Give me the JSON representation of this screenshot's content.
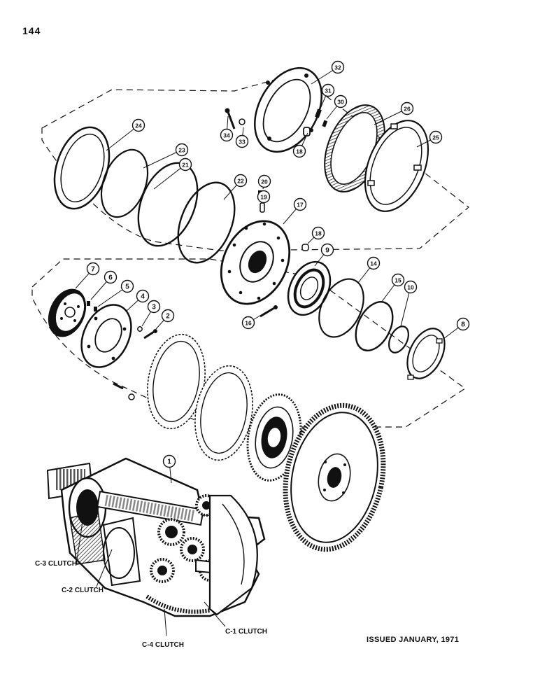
{
  "page_number": "144",
  "issued": "ISSUED JANUARY, 1971",
  "callouts": [
    "1",
    "2",
    "3",
    "4",
    "5",
    "6",
    "7",
    "8",
    "9",
    "10",
    "14",
    "15",
    "16",
    "17",
    "18",
    "18",
    "19",
    "20",
    "21",
    "22",
    "23",
    "24",
    "25",
    "26",
    "30",
    "31",
    "32",
    "33",
    "34"
  ],
  "clutch_labels": {
    "c3": "C-3 CLUTCH",
    "c2": "C-2 CLUTCH",
    "c1": "C-1 CLUTCH",
    "c4": "C-4 CLUTCH"
  }
}
